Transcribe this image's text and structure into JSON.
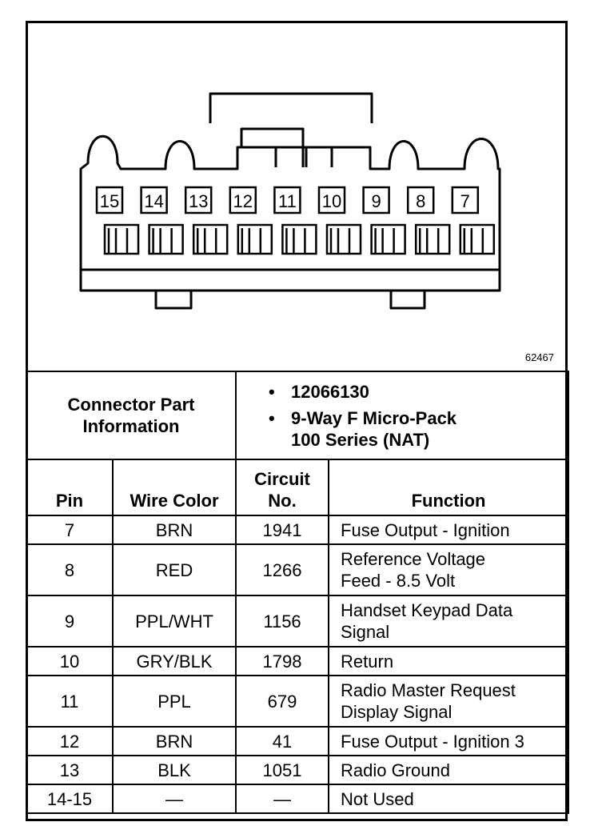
{
  "figure_id": "62467",
  "connector": {
    "pin_labels": [
      "15",
      "14",
      "13",
      "12",
      "11",
      "10",
      "9",
      "8",
      "7"
    ]
  },
  "info": {
    "label_line1": "Connector Part",
    "label_line2": "Information",
    "part_number": "12066130",
    "description_line1": "9-Way F Micro-Pack",
    "description_line2": "100 Series (NAT)"
  },
  "table": {
    "headers": {
      "pin": "Pin",
      "wire_color": "Wire Color",
      "circuit_line1": "Circuit",
      "circuit_line2": "No.",
      "function": "Function"
    },
    "rows": [
      {
        "pin": "7",
        "wire": "BRN",
        "circuit": "1941",
        "func1": "Fuse Output - Ignition",
        "func2": ""
      },
      {
        "pin": "8",
        "wire": "RED",
        "circuit": "1266",
        "func1": "Reference Voltage",
        "func2": "Feed - 8.5 Volt"
      },
      {
        "pin": "9",
        "wire": "PPL/WHT",
        "circuit": "1156",
        "func1": "Handset Keypad Data",
        "func2": "Signal"
      },
      {
        "pin": "10",
        "wire": "GRY/BLK",
        "circuit": "1798",
        "func1": "Return",
        "func2": ""
      },
      {
        "pin": "11",
        "wire": "PPL",
        "circuit": "679",
        "func1": "Radio Master Request",
        "func2": "Display Signal"
      },
      {
        "pin": "12",
        "wire": "BRN",
        "circuit": "41",
        "func1": "Fuse Output - Ignition 3",
        "func2": ""
      },
      {
        "pin": "13",
        "wire": "BLK",
        "circuit": "1051",
        "func1": "Radio Ground",
        "func2": ""
      },
      {
        "pin": "14-15",
        "wire": "—",
        "circuit": "—",
        "func1": "Not Used",
        "func2": ""
      }
    ]
  }
}
